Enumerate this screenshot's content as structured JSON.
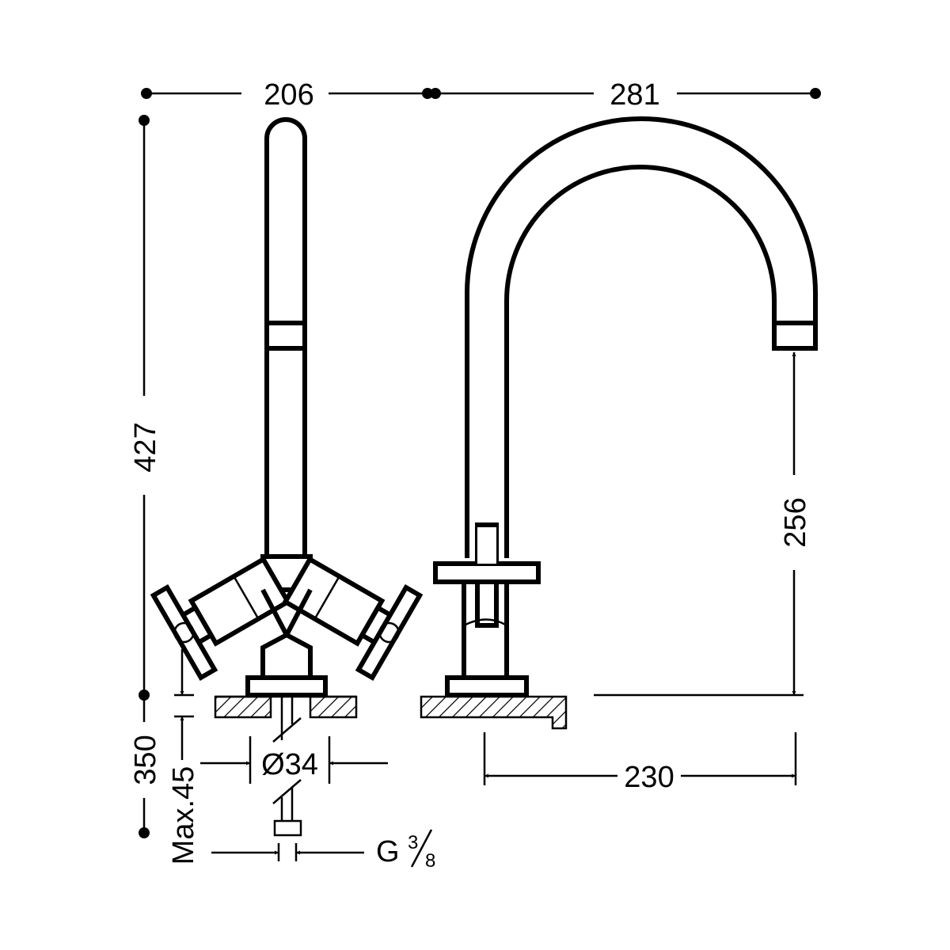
{
  "title": "Faucet technical drawing",
  "dimensions": {
    "left_width": "206",
    "right_width": "281",
    "total_height": "427",
    "below_counter": "350",
    "max_counter_thickness": "Max.45",
    "hole_diameter": "Ø34",
    "connection_thread": "G",
    "connection_size_num": "3",
    "connection_size_den": "8",
    "spout_height": "256",
    "spout_reach": "230"
  },
  "colors": {
    "line": "#000000",
    "background": "#ffffff"
  }
}
